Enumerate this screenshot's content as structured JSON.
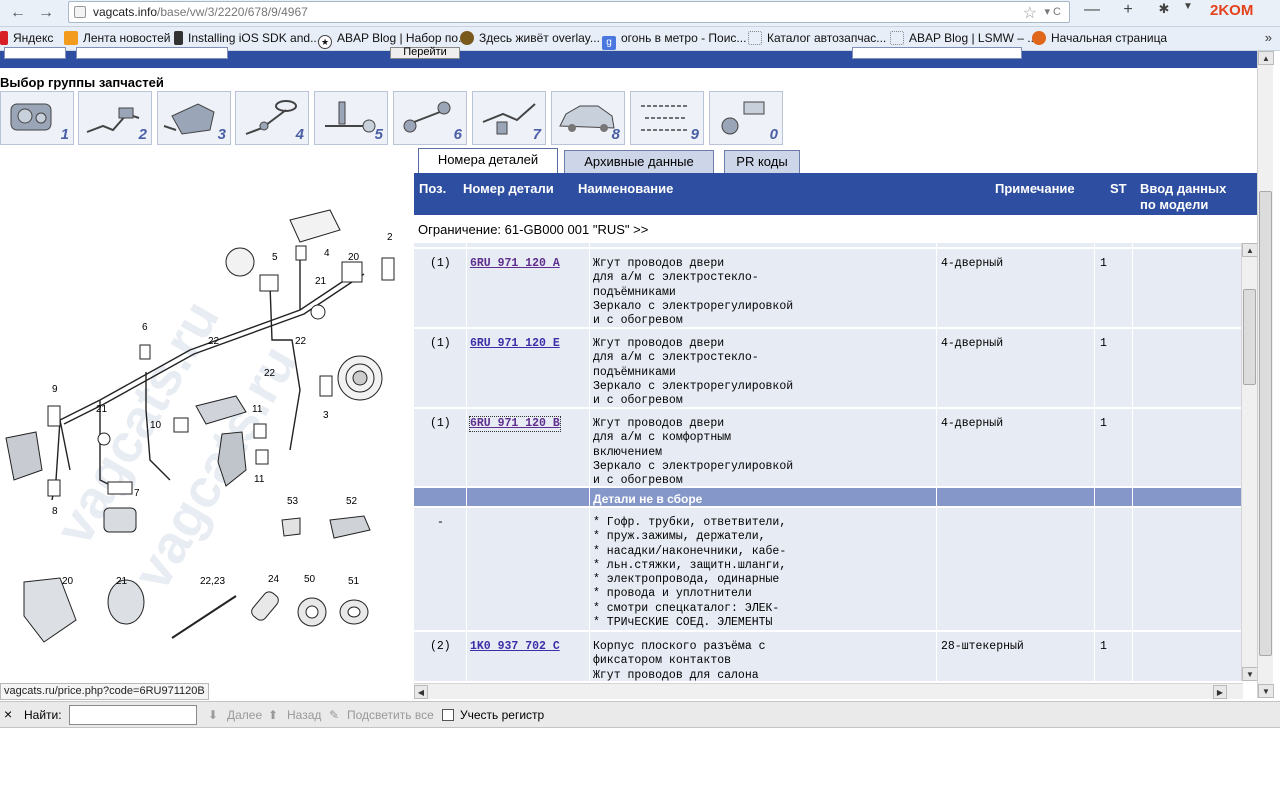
{
  "browser": {
    "url_host": "vagcats.info",
    "url_path": "/base/vw/3/2220/678/9/4967",
    "brand": "2KOM",
    "bookmarks": [
      {
        "label": "Яндекс",
        "icon": "yandex-icon",
        "color": "#d81f26"
      },
      {
        "label": "Лента новостей",
        "icon": "rss-icon",
        "color": "#f29b1c"
      },
      {
        "label": "Installing iOS SDK and...",
        "icon": "phone-icon",
        "color": "#333333"
      },
      {
        "label": "ABAP Blog | Набор по...",
        "icon": "star-icon",
        "color": "#444444"
      },
      {
        "label": "Здесь живёт overlay...",
        "icon": "bookmark-icon",
        "color": "#7a5a1c"
      },
      {
        "label": "огонь в метро - Поис...",
        "icon": "google-icon",
        "color": "#4a77e0"
      },
      {
        "label": "Каталог автозапчас...",
        "icon": "page-icon",
        "color": "#888888"
      },
      {
        "label": "ABAP Blog | LSMW – ...",
        "icon": "page-icon",
        "color": "#888888"
      },
      {
        "label": "Начальная страница",
        "icon": "firefox-icon",
        "color": "#e0661b"
      }
    ]
  },
  "page": {
    "go_button": "Перейти",
    "group_title": "Выбор группы запчастей",
    "groups": [
      "1",
      "2",
      "3",
      "4",
      "5",
      "6",
      "7",
      "8",
      "9",
      "0"
    ],
    "tabs": [
      "Номера деталей",
      "Архивные данные",
      "PR коды"
    ],
    "columns": {
      "pos": "Поз.",
      "part_no": "Номер детали",
      "name": "Наименование",
      "note": "Примечание",
      "st": "ST",
      "model_data": "Ввод данных\nпо модели"
    },
    "restriction": "Ограничение: 61-GB000 001 \"RUS\" >>",
    "rows": [
      {
        "pos": "(1)",
        "part": "6RU 971 120 A",
        "name": "Жгут проводов двери\nдля а/м с электростекло-\nподъёмниками\nЗеркало с электрорегулировкой\nи с обогревом",
        "note": "4-дверный",
        "st": "1"
      },
      {
        "pos": "(1)",
        "part": "6RU 971 120 E",
        "name": "Жгут проводов двери\nдля а/м с электростекло-\nподъёмниками\nЗеркало с электрорегулировкой\nи с обогревом",
        "note": "4-дверный",
        "st": "1"
      },
      {
        "pos": "(1)",
        "part": "6RU 971 120 B",
        "name": "Жгут проводов двери\nдля а/м с комфортным\nвключением\nЗеркало с электрорегулировкой\nи с обогревом",
        "note": "4-дверный",
        "st": "1"
      },
      {
        "pos": "",
        "part": "",
        "name": "Детали не в сборе",
        "note": "",
        "st": ""
      },
      {
        "pos": "-",
        "part": "",
        "name": "* Гофр. трубки, ответвители,\n* пруж.зажимы, держатели,\n* насадки/наконечники, кабе-\n* льн.стяжки, защитн.шланги,\n* электропровода, одинарные\n* провода и уплотнители\n* смотри спецкаталог: ЭЛЕК-\n* ТРИчЕСКИЕ СОЕД. ЭЛЕМЕНТЫ",
        "note": "",
        "st": ""
      },
      {
        "pos": "(2)",
        "part": "1K0 937 702 C",
        "name": "Корпус плоского разъёма с\nфиксатором контактов\nЖгут проводов для салона",
        "note": "28-штекерный",
        "st": "1"
      }
    ],
    "status_link": "vagcats.ru/price.php?code=6RU971120B",
    "diagram_labels": [
      "2",
      "4",
      "5",
      "20",
      "21",
      "22",
      "6",
      "22",
      "22",
      "9",
      "21",
      "10",
      "11",
      "11",
      "3",
      "7",
      "8",
      "53",
      "52",
      "20",
      "21",
      "22,23",
      "24",
      "50",
      "51"
    ]
  },
  "findbar": {
    "label": "Найти:",
    "next": "Далее",
    "prev": "Назад",
    "highlight": "Подсветить все",
    "match_case": "Учесть регистр"
  }
}
